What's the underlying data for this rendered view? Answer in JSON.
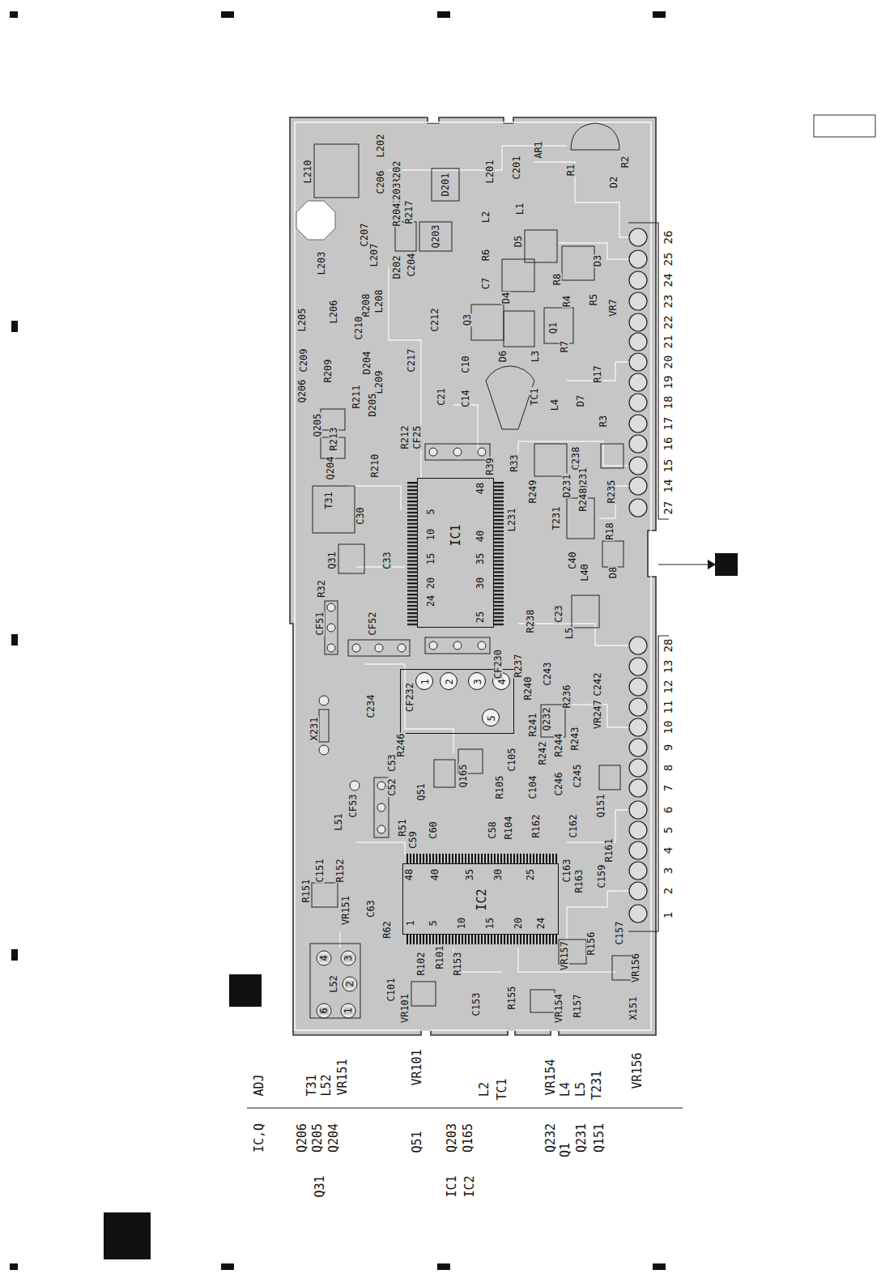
{
  "diagram": {
    "nodes": [
      {
        "text": [
          "IC1"
        ]
      },
      {
        "text": [
          "CF232"
        ]
      },
      {
        "text": [
          "1"
        ],
        "in": 1
      },
      {
        "text": [
          "2"
        ],
        "in": 1
      },
      {
        "text": [
          "3"
        ],
        "in": 1
      },
      {
        "text": [
          "4"
        ],
        "in": 1
      },
      {
        "text": [
          "5"
        ],
        "in": 1
      },
      {
        "text": [
          "IC2"
        ]
      }
    ],
    "labels": [
      "L210",
      "L202",
      "C206",
      "R202",
      "C203",
      "R204",
      "R217",
      "D201",
      "L201",
      "C201",
      "AR1",
      "R1",
      "R2",
      "D2",
      "C207",
      "L207",
      "D202",
      "C204",
      "Q203",
      "L203",
      "L2",
      "L1",
      "D5",
      "R6",
      "C7",
      "D3",
      "D4",
      "R8",
      "R4",
      "R5",
      "VR7",
      "C212",
      "Q3",
      "D6",
      "L3",
      "Q1",
      "R7",
      "L205",
      "L206",
      "R208",
      "L208",
      "C209",
      "R209",
      "C210",
      "D204",
      "L209",
      "R211",
      "D205",
      "Q206",
      "Q205",
      "R213",
      "Q204",
      "R210",
      "R212",
      "CF25",
      "C217",
      "C21",
      "C10",
      "C14",
      "R17",
      "TC1",
      "L4",
      "D7",
      "R3",
      "26",
      "25",
      "24",
      "23",
      "22",
      "21",
      "20",
      "19",
      "18",
      "17",
      "16",
      "15",
      "14",
      "27",
      "5",
      "10",
      "15",
      "20",
      "24",
      "48",
      "40",
      "35",
      "30",
      "25",
      "R39",
      "R33",
      "R249",
      "D231",
      "C238",
      "Q231",
      "R248",
      "R235",
      "L231",
      "T231",
      "R18",
      "C40",
      "L40",
      "D8",
      "C23",
      "L5",
      "R238",
      "T31",
      "C30",
      "Q31",
      "C33",
      "R32",
      "CF51",
      "CF52",
      "CF230",
      "28",
      "13",
      "12",
      "11",
      "10",
      "9",
      "8",
      "7",
      "6",
      "5",
      "4",
      "3",
      "2",
      "1",
      "C234",
      "X231",
      "R246",
      "R237",
      "C243",
      "R240",
      "R236",
      "C242",
      "Q232",
      "R241",
      "VR247",
      "R243",
      "R244",
      "R242",
      "C105",
      "C53",
      "C52",
      "Q51",
      "Q165",
      "R105",
      "C104",
      "C246",
      "C245",
      "L51",
      "CF53",
      "R51",
      "C59",
      "C60",
      "C58",
      "R104",
      "R162",
      "C162",
      "Q151",
      "R161",
      "C159",
      "C163",
      "R163",
      "48",
      "40",
      "35",
      "30",
      "25",
      "1",
      "5",
      "10",
      "15",
      "20",
      "24",
      "C151",
      "R151",
      "R152",
      "VR151",
      "C63",
      "R62",
      "R102",
      "R101",
      "R153",
      "C101",
      "VR101",
      "C153",
      "R155",
      "VR157",
      "R156",
      "C157",
      "VR156",
      "VR154",
      "R157",
      "X151",
      "L52",
      "4",
      "3",
      "2",
      "6",
      "1",
      "ADJ",
      "IC,Q",
      "T31",
      "L52",
      "VR151",
      "VR101",
      "L2",
      "TC1",
      "VR154",
      "L4",
      "L5",
      "T231",
      "VR156",
      "Q206",
      "Q205",
      "Q204",
      "Q31",
      "Q51",
      "Q203",
      "Q165",
      "IC1",
      "IC2",
      "Q232",
      "Q1",
      "Q231",
      "Q151"
    ]
  }
}
